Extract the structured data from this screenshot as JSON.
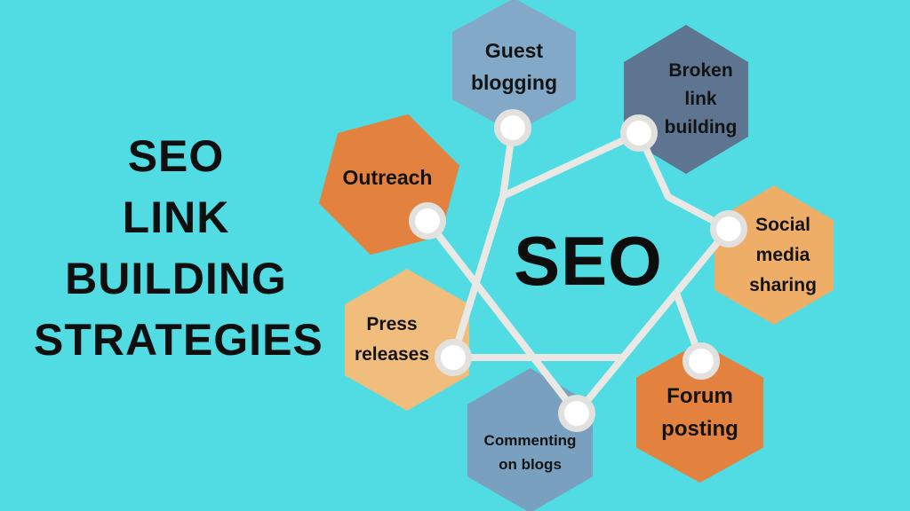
{
  "colors": {
    "background": "#50DCE2",
    "connector": "#E9E8E4",
    "circle_ring": "#E2E1DE",
    "circle_fill": "#FFFFFF",
    "text": "#121212"
  },
  "title": {
    "lines": [
      "SEO",
      "LINK",
      "BUILDING",
      "STRATEGIES"
    ]
  },
  "center": {
    "label": "SEO"
  },
  "nodes": [
    {
      "id": "guest-blogging",
      "lines": [
        "Guest",
        "blogging"
      ],
      "color": "#82A9C7"
    },
    {
      "id": "broken-link-building",
      "lines": [
        "Broken",
        "link",
        "building"
      ],
      "color": "#5E7591"
    },
    {
      "id": "social-media-sharing",
      "lines": [
        "Social",
        "media",
        "sharing"
      ],
      "color": "#EFAE67"
    },
    {
      "id": "forum-posting",
      "lines": [
        "Forum",
        "posting"
      ],
      "color": "#E2823E"
    },
    {
      "id": "commenting-on-blogs",
      "lines": [
        "Commenting",
        "on blogs"
      ],
      "color": "#7AA0BF"
    },
    {
      "id": "press-releases",
      "lines": [
        "Press",
        "releases"
      ],
      "color": "#F0BD7C"
    },
    {
      "id": "outreach",
      "lines": [
        "Outreach"
      ],
      "color": "#E2823E"
    }
  ]
}
